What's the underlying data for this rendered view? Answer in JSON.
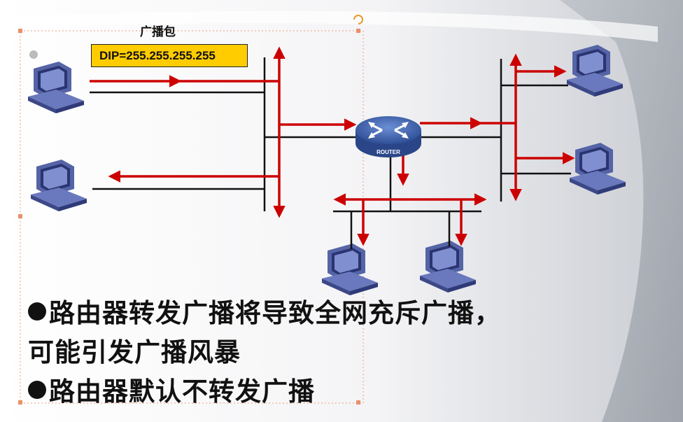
{
  "diagram": {
    "packet_label": "广播包",
    "dip_label": "DIP=255.255.255.255",
    "router_label": "ROUTER",
    "hosts": [
      {
        "name": "host-left-top"
      },
      {
        "name": "host-left-bottom"
      },
      {
        "name": "host-right-top"
      },
      {
        "name": "host-right-bottom"
      },
      {
        "name": "host-bottom-left"
      },
      {
        "name": "host-bottom-right"
      }
    ]
  },
  "bullets": {
    "line1": "路由器转发广播将导致全网充斥广播，",
    "line2": "可能引发广播风暴",
    "line3": "路由器默认不转发广播"
  },
  "colors": {
    "arrow": "#cc0000",
    "wire": "#111111",
    "dip_bg": "#ffcc00",
    "router": "#3a5a9e",
    "host": "#4a5a9a"
  }
}
